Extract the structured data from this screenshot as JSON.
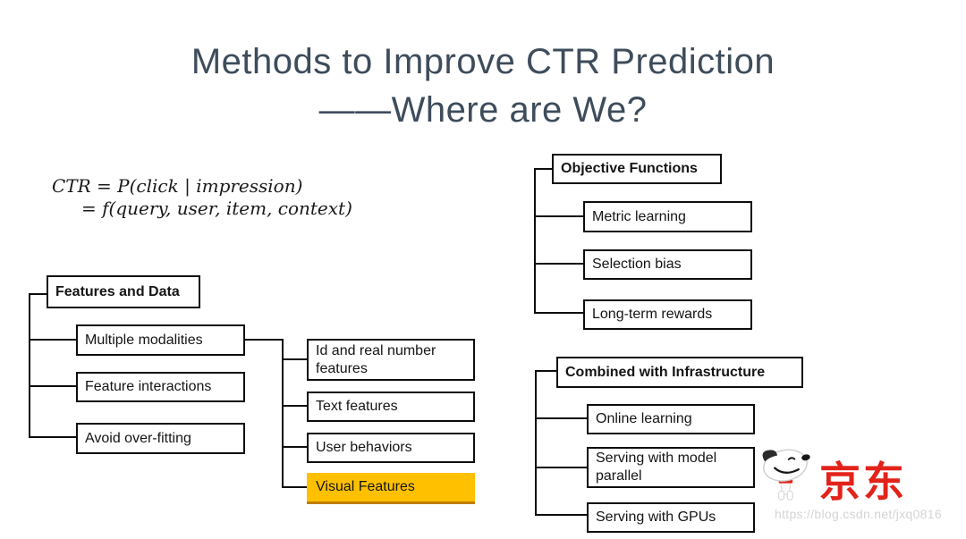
{
  "slide": {
    "title_line1": "Methods to Improve CTR Prediction",
    "title_line2": "——Where are We?",
    "formula_line1": "CTR = P(click | impression)",
    "formula_line2": "= f(query, user, item, context)"
  },
  "trees": {
    "features": {
      "root": "Features and Data",
      "children": [
        "Multiple modalities",
        "Feature interactions",
        "Avoid over-fitting"
      ],
      "modalities_children": [
        "Id and real number features",
        "Text features",
        "User behaviors",
        "Visual Features"
      ]
    },
    "objectives": {
      "root": "Objective Functions",
      "children": [
        "Metric learning",
        "Selection bias",
        "Long-term rewards"
      ]
    },
    "infrastructure": {
      "root": "Combined with Infrastructure",
      "children": [
        "Online learning",
        "Serving with model parallel",
        "Serving with GPUs"
      ]
    }
  },
  "highlighted_node": "Visual Features",
  "colors": {
    "highlight_fill": "#FFC000",
    "title_text": "#3E4C5B",
    "jd_red": "#E2231A",
    "line_black": "#0D0D0D"
  },
  "branding": {
    "logo_text": "京东",
    "watermark": "https://blog.csdn.net/jxq0816"
  }
}
